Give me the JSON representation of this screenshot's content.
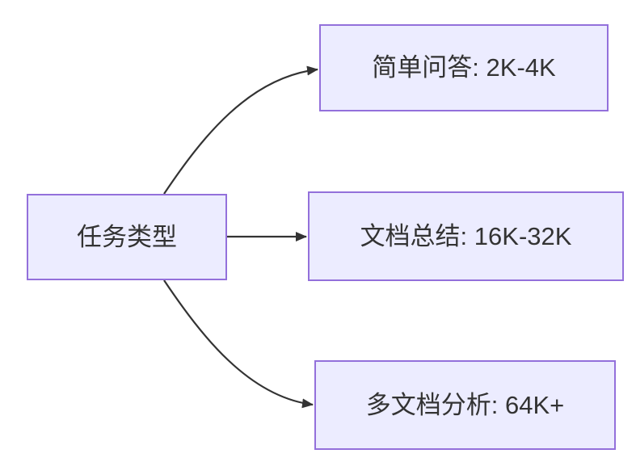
{
  "diagram": {
    "type": "flowchart",
    "root": {
      "label": "任务类型"
    },
    "branches": [
      {
        "label": "简单问答: 2K-4K"
      },
      {
        "label": "文档总结: 16K-32K"
      },
      {
        "label": "多文档分析: 64K+"
      }
    ],
    "edges": [
      {
        "from": "任务类型",
        "to": "简单问答: 2K-4K"
      },
      {
        "from": "任务类型",
        "to": "文档总结: 16K-32K"
      },
      {
        "from": "任务类型",
        "to": "多文档分析: 64K+"
      }
    ],
    "colors": {
      "node_fill": "#ECECFF",
      "node_border": "#9370DB",
      "arrow": "#333333",
      "text": "#333333",
      "background": "#FFFFFF"
    }
  }
}
